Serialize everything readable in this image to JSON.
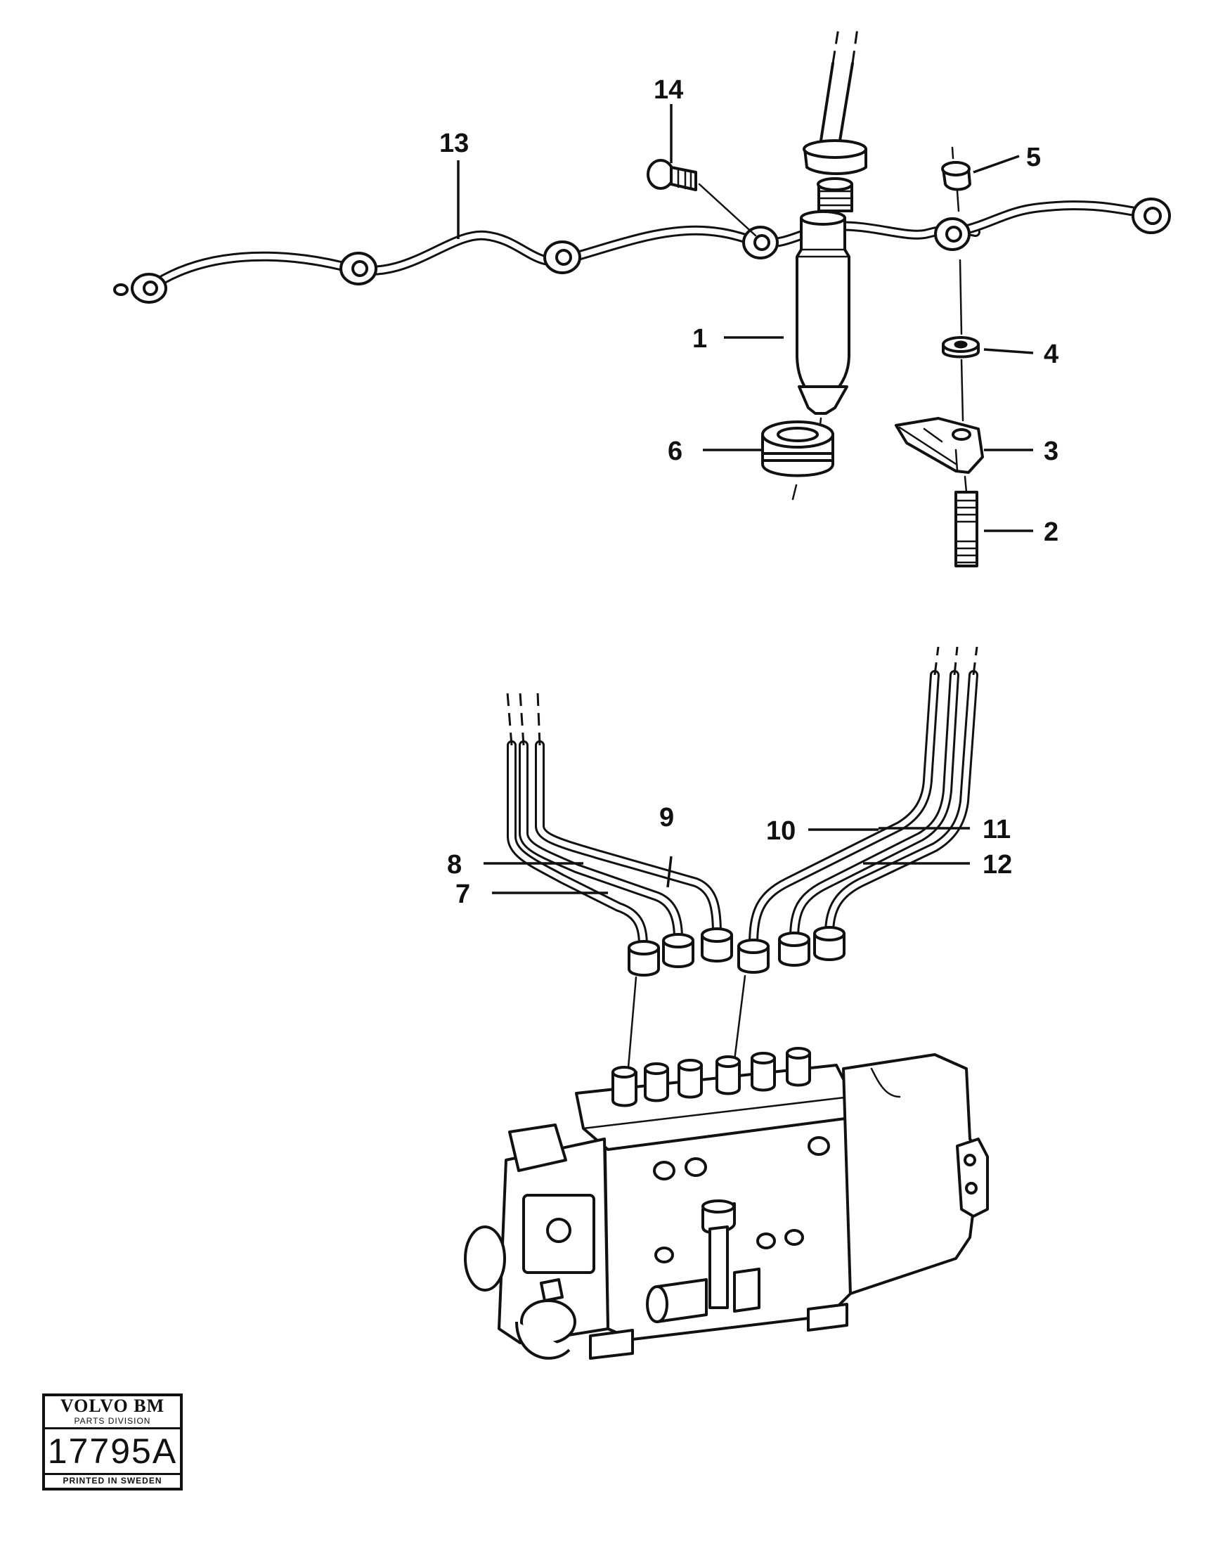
{
  "callouts": [
    "1",
    "2",
    "3",
    "4",
    "5",
    "6",
    "7",
    "8",
    "9",
    "10",
    "11",
    "12",
    "13",
    "14"
  ],
  "stamp": {
    "brand": "VOLVO BM",
    "division": "PARTS DIVISION",
    "code": "17795A",
    "printed": "PRINTED IN SWEDEN"
  }
}
